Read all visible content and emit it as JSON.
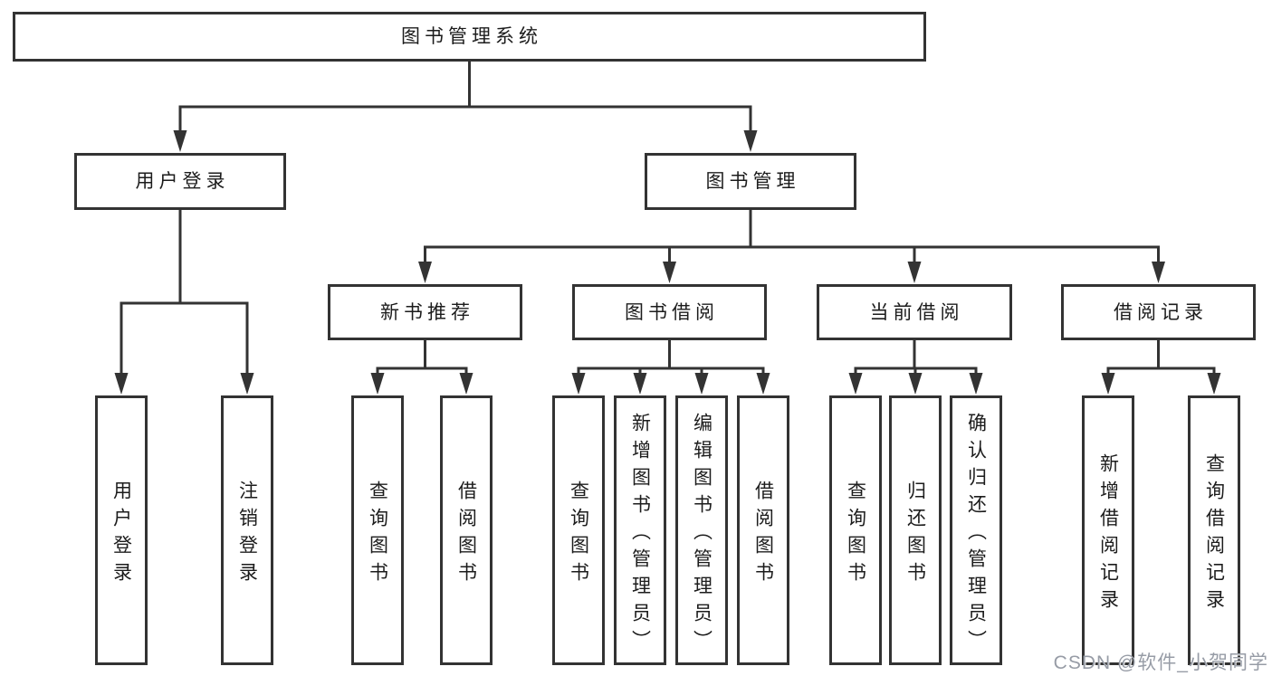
{
  "diagram": {
    "title": "图书管理系统",
    "nodes": [
      {
        "id": "root",
        "label": "图书管理系统",
        "parent": null,
        "vertical": false
      },
      {
        "id": "user-login",
        "label": "用户登录",
        "parent": "root",
        "vertical": false
      },
      {
        "id": "book-mgmt",
        "label": "图书管理",
        "parent": "root",
        "vertical": false
      },
      {
        "id": "login-leaf",
        "label": "用户登录",
        "parent": "user-login",
        "vertical": true
      },
      {
        "id": "logout-leaf",
        "label": "注销登录",
        "parent": "user-login",
        "vertical": true
      },
      {
        "id": "new-book",
        "label": "新书推荐",
        "parent": "book-mgmt",
        "vertical": false
      },
      {
        "id": "borrow",
        "label": "图书借阅",
        "parent": "book-mgmt",
        "vertical": false
      },
      {
        "id": "current",
        "label": "当前借阅",
        "parent": "book-mgmt",
        "vertical": false
      },
      {
        "id": "records",
        "label": "借阅记录",
        "parent": "book-mgmt",
        "vertical": false
      },
      {
        "id": "nb-query",
        "label": "查询图书",
        "parent": "new-book",
        "vertical": true
      },
      {
        "id": "nb-borrow",
        "label": "借阅图书",
        "parent": "new-book",
        "vertical": true
      },
      {
        "id": "bw-query",
        "label": "查询图书",
        "parent": "borrow",
        "vertical": true
      },
      {
        "id": "bw-add",
        "label": "新增图书（管理员）",
        "parent": "borrow",
        "vertical": true
      },
      {
        "id": "bw-edit",
        "label": "编辑图书（管理员）",
        "parent": "borrow",
        "vertical": true
      },
      {
        "id": "bw-borrow",
        "label": "借阅图书",
        "parent": "borrow",
        "vertical": true
      },
      {
        "id": "cur-query",
        "label": "查询图书",
        "parent": "current",
        "vertical": true
      },
      {
        "id": "cur-return",
        "label": "归还图书",
        "parent": "current",
        "vertical": true
      },
      {
        "id": "cur-confirm",
        "label": "确认归还（管理员）",
        "parent": "current",
        "vertical": true
      },
      {
        "id": "rec-add",
        "label": "新增借阅记录",
        "parent": "records",
        "vertical": true
      },
      {
        "id": "rec-query",
        "label": "查询借阅记录",
        "parent": "records",
        "vertical": true
      }
    ]
  },
  "watermark": {
    "text": "CSDN @软件_小贺同学"
  },
  "colors": {
    "line": "#333333",
    "text": "#1c1c1c",
    "background": "#ffffff",
    "watermark": "#979ca6"
  }
}
